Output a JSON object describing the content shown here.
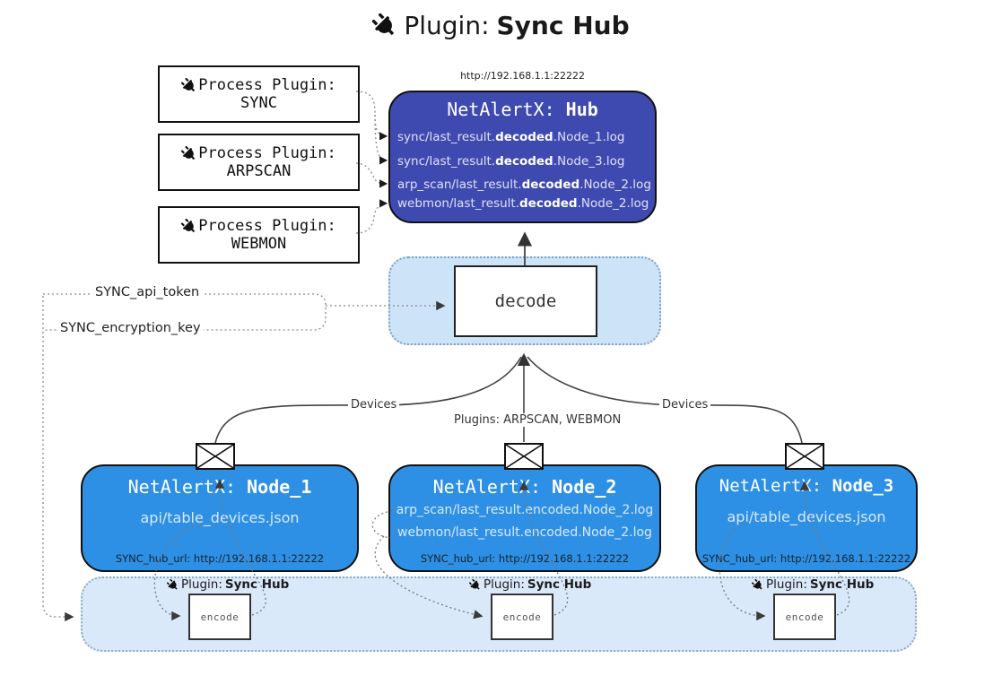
{
  "title": {
    "icon": "plug-icon",
    "prefix": "Plugin:",
    "name": "Sync Hub"
  },
  "process_plugins": [
    {
      "label": "Process Plugin:",
      "name": "SYNC"
    },
    {
      "label": "Process Plugin:",
      "name": "ARPSCAN"
    },
    {
      "label": "Process Plugin:",
      "name": "WEBMON"
    }
  ],
  "hub": {
    "url": "http://192.168.1.1:22222",
    "title_prefix": "NetAlertX:",
    "title_name": "Hub",
    "logs": [
      {
        "pre": "sync/last_result.",
        "bold": "decoded",
        "post": ".Node_1.log"
      },
      {
        "pre": "sync/last_result.",
        "bold": "decoded",
        "post": ".Node_3.log"
      },
      {
        "pre": "arp_scan/last_result.",
        "bold": "decoded",
        "post": ".Node_2.log"
      },
      {
        "pre": "webmon/last_result.",
        "bold": "decoded",
        "post": ".Node_2.log"
      }
    ]
  },
  "decode_box": {
    "label": "decode"
  },
  "settings": {
    "api_token": "SYNC_api_token",
    "encryption_key": "SYNC_encryption_key"
  },
  "edge_labels": {
    "devices_left": "Devices",
    "plugins_center": "Plugins: ARPSCAN, WEBMON",
    "devices_right": "Devices"
  },
  "nodes": [
    {
      "title_prefix": "NetAlertX:",
      "title_name": "Node_1",
      "files": [
        "api/table_devices.json"
      ],
      "hub_url": "SYNC_hub_url: http://192.168.1.1:22222"
    },
    {
      "title_prefix": "NetAlertX:",
      "title_name": "Node_2",
      "files": [
        "arp_scan/last_result.encoded.Node_2.log",
        "webmon/last_result.encoded.Node_2.log"
      ],
      "hub_url": "SYNC_hub_url: http://192.168.1.1:22222"
    },
    {
      "title_prefix": "NetAlertX:",
      "title_name": "Node_3",
      "files": [
        "api/table_devices.json"
      ],
      "hub_url": "SYNC_hub_url: http://192.168.1.1:22222"
    }
  ],
  "encoders": [
    {
      "plugin_prefix": "Plugin:",
      "plugin_name": "Sync Hub",
      "label": "encode"
    },
    {
      "plugin_prefix": "Plugin:",
      "plugin_name": "Sync Hub",
      "label": "encode"
    },
    {
      "plugin_prefix": "Plugin:",
      "plugin_name": "Sync Hub",
      "label": "encode"
    }
  ],
  "colors": {
    "hub_fill": "#3f4ab1",
    "node_fill": "#2e90e4",
    "panel_fill": "#d9e9f9",
    "decode_panel_fill": "#cde3f7"
  }
}
